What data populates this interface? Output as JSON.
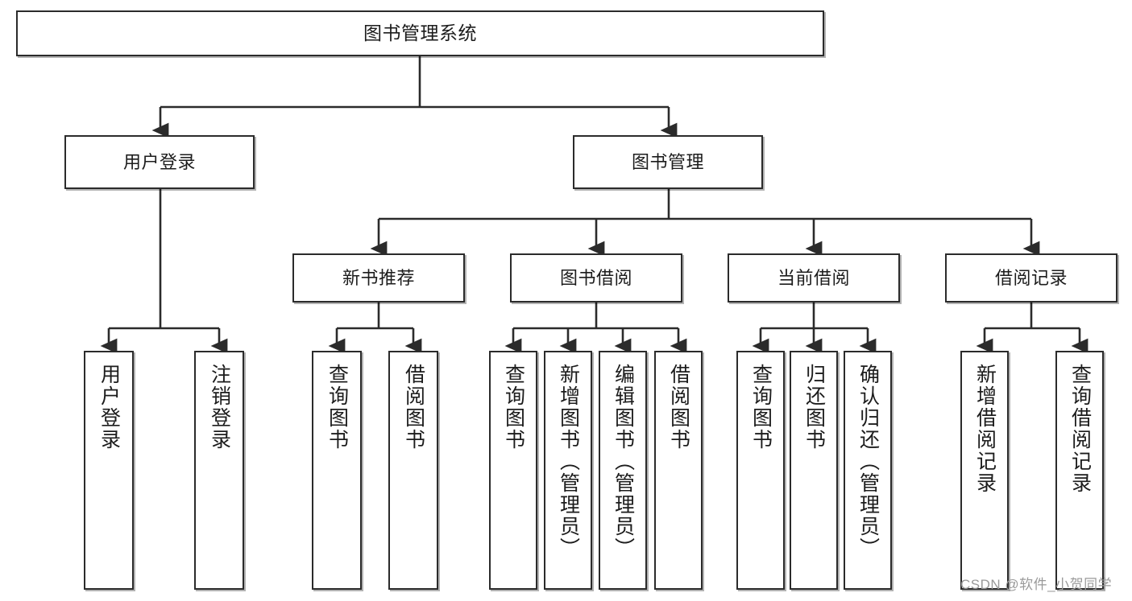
{
  "diagram": {
    "title": "图书管理系统",
    "watermark": "CSDN @软件_小贺同学",
    "nodes": {
      "root": {
        "label": "图书管理系统"
      },
      "level2": [
        {
          "id": "user-login",
          "label": "用户登录"
        },
        {
          "id": "book-management",
          "label": "图书管理"
        }
      ],
      "level3": [
        {
          "id": "new-book-recommend",
          "label": "新书推荐"
        },
        {
          "id": "book-borrow",
          "label": "图书借阅"
        },
        {
          "id": "current-borrow",
          "label": "当前借阅"
        },
        {
          "id": "borrow-record",
          "label": "借阅记录"
        }
      ],
      "leaves": {
        "user_login": [
          {
            "id": "leaf-user-login",
            "label": "用户登录"
          },
          {
            "id": "leaf-logout-login",
            "label": "注销登录"
          }
        ],
        "new_book_recommend": [
          {
            "id": "leaf-query-book-1",
            "label": "查询图书"
          },
          {
            "id": "leaf-borrow-book-1",
            "label": "借阅图书"
          }
        ],
        "book_borrow": [
          {
            "id": "leaf-query-book-2",
            "label": "查询图书"
          },
          {
            "id": "leaf-add-book",
            "label": "新增图书（管理员）"
          },
          {
            "id": "leaf-edit-book",
            "label": "编辑图书（管理员）"
          },
          {
            "id": "leaf-borrow-book-2",
            "label": "借阅图书"
          }
        ],
        "current_borrow": [
          {
            "id": "leaf-query-book-3",
            "label": "查询图书"
          },
          {
            "id": "leaf-return-book",
            "label": "归还图书"
          },
          {
            "id": "leaf-confirm-return",
            "label": "确认归还（管理员）"
          }
        ],
        "borrow_record": [
          {
            "id": "leaf-add-borrow-record",
            "label": "新增借阅记录"
          },
          {
            "id": "leaf-query-borrow-record",
            "label": "查询借阅记录"
          }
        ]
      }
    },
    "colors": {
      "stroke": "#2b2b2b",
      "background": "#ffffff",
      "text": "#1c1c1c",
      "watermark": "#9a9a9a"
    }
  }
}
